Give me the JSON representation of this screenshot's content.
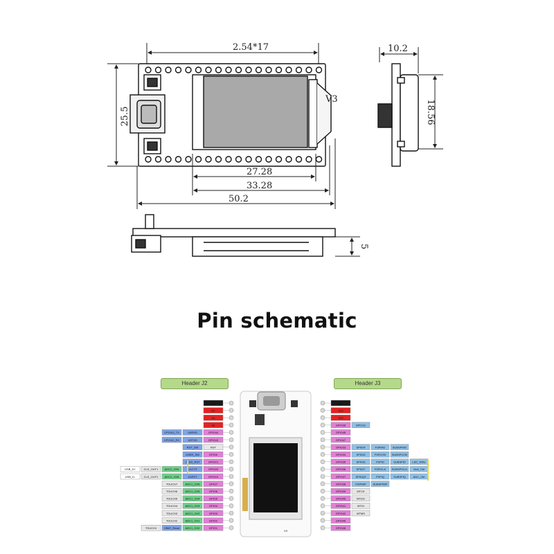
{
  "dimensions": {
    "pitch": "2.54*17",
    "width_total": "50.2",
    "height": "25.5",
    "depth": "10.2",
    "side_height": "18.56",
    "inner_1": "27.28",
    "inner_2": "33.28",
    "thickness": "5"
  },
  "board": {
    "version_mark": "V3"
  },
  "heading": "Pin schematic",
  "header_left": "Header J2",
  "header_right": "Header J3",
  "colors": {
    "gnd": "#1a1a1a",
    "power": "#e32222",
    "gpio": "#e07fd6",
    "function": "#6fcf8a",
    "uart": "#7fa3e6",
    "spi": "#8fc0e6",
    "touch": "#e6e6e6",
    "usb": "#ffffff",
    "header_bg": "#b5d98a"
  },
  "left_pins": [
    {
      "pin": "GND",
      "color": "gnd",
      "extra": []
    },
    {
      "pin": "5V",
      "color": "power",
      "extra": []
    },
    {
      "pin": "Ve",
      "color": "power",
      "extra": []
    },
    {
      "pin": "Ve",
      "color": "power",
      "extra": []
    },
    {
      "pin": "GPIO44",
      "color": "gpio",
      "extra": [
        {
          "t": "U0RXD",
          "c": "uart"
        },
        {
          "t": "CP2102_TX",
          "c": "uart"
        }
      ]
    },
    {
      "pin": "GPIO43",
      "color": "gpio",
      "extra": [
        {
          "t": "U0TXD",
          "c": "uart"
        },
        {
          "t": "CP2102_RX",
          "c": "uart"
        }
      ]
    },
    {
      "pin": "RST",
      "color": "touch",
      "extra": [
        {
          "t": "RST_SW",
          "c": "uart"
        }
      ]
    },
    {
      "pin": "GPIO0",
      "color": "gpio",
      "extra": [
        {
          "t": "USER_SW",
          "c": "uart"
        }
      ]
    },
    {
      "pin": "GPIO21",
      "color": "gpio",
      "extra": [
        {
          "t": "OLED_RST",
          "c": "uart"
        }
      ]
    },
    {
      "pin": "GPIO20",
      "color": "gpio",
      "extra": [
        {
          "t": "U1CTS",
          "c": "uart"
        },
        {
          "t": "ADC2_CH9",
          "c": "function"
        },
        {
          "t": "CLK_OUT1",
          "c": "touch"
        },
        {
          "t": "USB_D+",
          "c": "usb"
        }
      ]
    },
    {
      "pin": "GPIO19",
      "color": "gpio",
      "extra": [
        {
          "t": "U1RST",
          "c": "uart"
        },
        {
          "t": "ADC2_CH8",
          "c": "function"
        },
        {
          "t": "CLK_OUT2",
          "c": "touch"
        },
        {
          "t": "USB_D-",
          "c": "usb"
        }
      ]
    },
    {
      "pin": "GPIO7",
      "color": "gpio",
      "extra": [
        {
          "t": "ADC1_CH6",
          "c": "function"
        },
        {
          "t": "TOUCH7",
          "c": "touch"
        }
      ]
    },
    {
      "pin": "GPIO6",
      "color": "gpio",
      "extra": [
        {
          "t": "ADC1_CH5",
          "c": "function"
        },
        {
          "t": "TOUCH6",
          "c": "touch"
        }
      ]
    },
    {
      "pin": "GPIO5",
      "color": "gpio",
      "extra": [
        {
          "t": "ADC1_CH4",
          "c": "function"
        },
        {
          "t": "TOUCH5",
          "c": "touch"
        }
      ]
    },
    {
      "pin": "GPIO4",
      "color": "gpio",
      "extra": [
        {
          "t": "ADC1_CH3",
          "c": "function"
        },
        {
          "t": "TOUCH4",
          "c": "touch"
        }
      ]
    },
    {
      "pin": "GPIO3",
      "color": "gpio",
      "extra": [
        {
          "t": "ADC1_CH2",
          "c": "function"
        },
        {
          "t": "TOUCH3",
          "c": "touch"
        }
      ]
    },
    {
      "pin": "GPIO2",
      "color": "gpio",
      "extra": [
        {
          "t": "ADC1_CH1",
          "c": "function"
        },
        {
          "t": "TOUCH2",
          "c": "touch"
        }
      ]
    },
    {
      "pin": "GPIO1",
      "color": "gpio",
      "extra": [
        {
          "t": "ADC1_CH0",
          "c": "function"
        },
        {
          "t": "VBAT_Read",
          "c": "uart"
        },
        {
          "t": "TOUCH1",
          "c": "touch"
        }
      ]
    }
  ],
  "right_pins": [
    {
      "pin": "GND",
      "color": "gnd",
      "extra": []
    },
    {
      "pin": "3V3",
      "color": "power",
      "extra": []
    },
    {
      "pin": "3V3",
      "color": "power",
      "extra": []
    },
    {
      "pin": "GPIO36",
      "color": "gpio",
      "extra": [
        {
          "t": "SPICS1",
          "c": "spi"
        }
      ]
    },
    {
      "pin": "GPIO48",
      "color": "gpio",
      "extra": []
    },
    {
      "pin": "GPIO47",
      "color": "gpio",
      "extra": []
    },
    {
      "pin": "GPIO33",
      "color": "gpio",
      "extra": [
        {
          "t": "SPIIO4",
          "c": "spi"
        },
        {
          "t": "FSPIHD",
          "c": "spi"
        },
        {
          "t": "SUBSPIHD",
          "c": "spi"
        }
      ]
    },
    {
      "pin": "GPIO34",
      "color": "gpio",
      "extra": [
        {
          "t": "SPIIO5",
          "c": "spi"
        },
        {
          "t": "FSPICS0",
          "c": "spi"
        },
        {
          "t": "SUBSPICS0",
          "c": "spi"
        }
      ]
    },
    {
      "pin": "GPIO35",
      "color": "gpio",
      "extra": [
        {
          "t": "SPIIO6",
          "c": "spi"
        },
        {
          "t": "FSPID",
          "c": "spi"
        },
        {
          "t": "SUBSPID",
          "c": "spi"
        },
        {
          "t": "LED_Write",
          "c": "spi"
        }
      ]
    },
    {
      "pin": "GPIO36",
      "color": "gpio",
      "extra": [
        {
          "t": "SPIIO7",
          "c": "spi"
        },
        {
          "t": "FSPICLK",
          "c": "spi"
        },
        {
          "t": "SUBSPICLK",
          "c": "spi"
        },
        {
          "t": "Vext_Ctrl",
          "c": "spi"
        }
      ]
    },
    {
      "pin": "GPIO37",
      "color": "gpio",
      "extra": [
        {
          "t": "SPIDQS",
          "c": "spi"
        },
        {
          "t": "FSPIQ",
          "c": "spi"
        },
        {
          "t": "SUBSPIQ",
          "c": "spi"
        },
        {
          "t": "ADC_Ctrl",
          "c": "spi"
        }
      ]
    },
    {
      "pin": "GPIO38",
      "color": "gpio",
      "extra": [
        {
          "t": "FSPIWP",
          "c": "spi"
        },
        {
          "t": "SUBSPIWP",
          "c": "spi"
        }
      ]
    },
    {
      "pin": "GPIO39",
      "color": "gpio",
      "extra": [
        {
          "t": "MTCK",
          "c": "touch"
        }
      ]
    },
    {
      "pin": "GPIO40",
      "color": "gpio",
      "extra": [
        {
          "t": "MTDO",
          "c": "touch"
        }
      ]
    },
    {
      "pin": "GPIO41",
      "color": "gpio",
      "extra": [
        {
          "t": "MTDI",
          "c": "touch"
        }
      ]
    },
    {
      "pin": "GPIO42",
      "color": "gpio",
      "extra": [
        {
          "t": "MTMS",
          "c": "touch"
        }
      ]
    },
    {
      "pin": "GPIO45",
      "color": "gpio",
      "extra": []
    },
    {
      "pin": "GPIO46",
      "color": "gpio",
      "extra": []
    }
  ]
}
